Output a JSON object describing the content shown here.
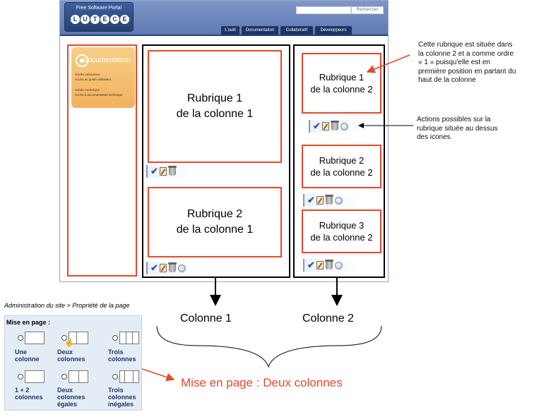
{
  "portal": {
    "logo_title": "Free Software Portal",
    "logo_letters": [
      "L",
      "U",
      "T",
      "E",
      "C",
      "E"
    ],
    "search_button": "Rechercher",
    "tabs": [
      "L'outil",
      "Documentation",
      "Collaboratif",
      "Développeurs"
    ],
    "doc_card": {
      "title": "documentation",
      "links": [
        {
          "title": "Guide utilisateur",
          "desc": "Accès au guide utilisateur"
        },
        {
          "title": "Guide technique",
          "desc": "Accès à documentation technique"
        }
      ]
    },
    "column1": {
      "rubriques": [
        {
          "line1": "Rubrique 1",
          "line2": "de la colonne 1"
        },
        {
          "line1": "Rubrique 2",
          "line2": "de la colonne 1"
        }
      ]
    },
    "column2": {
      "rubriques": [
        {
          "line1": "Rubrique 1",
          "line2": "de la colonne 2"
        },
        {
          "line1": "Rubrique 2",
          "line2": "de la colonne 2"
        },
        {
          "line1": "Rubrique 3",
          "line2": "de la colonne 2"
        }
      ]
    }
  },
  "annotations": {
    "rubrique_position": [
      "Cette rubrique est située dans",
      "la colonne 2 et a comme ordre",
      "« 1 » puisqu'elle est en",
      "première position en partant du",
      "haut de la colonne"
    ],
    "actions": [
      "Actions possibles sur la",
      "rubrique située au dessus",
      "des icones"
    ],
    "colonne1": "Colonne 1",
    "colonne2": "Colonne 2",
    "mise_en_page": "Mise en page : Deux colonnes"
  },
  "admin": {
    "breadcrumb": "Administration du site > Propriété de la page",
    "label": "Mise en page :",
    "options": [
      {
        "lines": [
          "Une",
          "colonne"
        ]
      },
      {
        "lines": [
          "Deux",
          "colonnes"
        ]
      },
      {
        "lines": [
          "Trois",
          "colonnes"
        ]
      },
      {
        "lines": [
          "1 + 2",
          "colonnes"
        ]
      },
      {
        "lines": [
          "Deux",
          "colonnes",
          "égales"
        ]
      },
      {
        "lines": [
          "Trois",
          "colonnes",
          "inégales"
        ]
      }
    ]
  },
  "colors": {
    "accent": "#e8472c",
    "header": "#5d77b1"
  }
}
